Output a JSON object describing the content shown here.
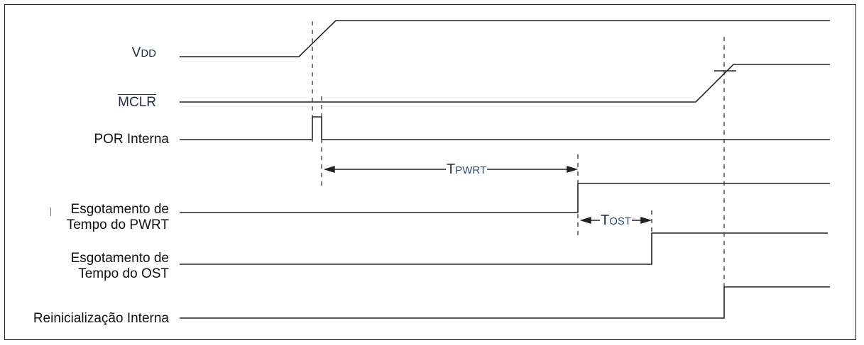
{
  "diagram": {
    "title_visible": false,
    "signals": [
      {
        "id": "vdd",
        "label_main": "V",
        "label_sub": "DD"
      },
      {
        "id": "mclr",
        "label_main": "MCLR",
        "overbar": true
      },
      {
        "id": "por",
        "label_main": "POR Interna"
      },
      {
        "id": "pwrt",
        "label_line1": "Esgotamento de",
        "label_line2": "Tempo do PWRT"
      },
      {
        "id": "ost",
        "label_line1": "Esgotamento de",
        "label_line2": "Tempo do OST"
      },
      {
        "id": "reset",
        "label_main": "Reinicialização Interna"
      }
    ],
    "intervals": [
      {
        "id": "tpwrt",
        "label_main": "T",
        "label_sub": "PWRT"
      },
      {
        "id": "tost",
        "label_main": "T",
        "label_sub": "OST"
      }
    ],
    "colors": {
      "line": "#222222",
      "label_accent": "#1f2a44",
      "cursor": "#b5651d"
    }
  }
}
